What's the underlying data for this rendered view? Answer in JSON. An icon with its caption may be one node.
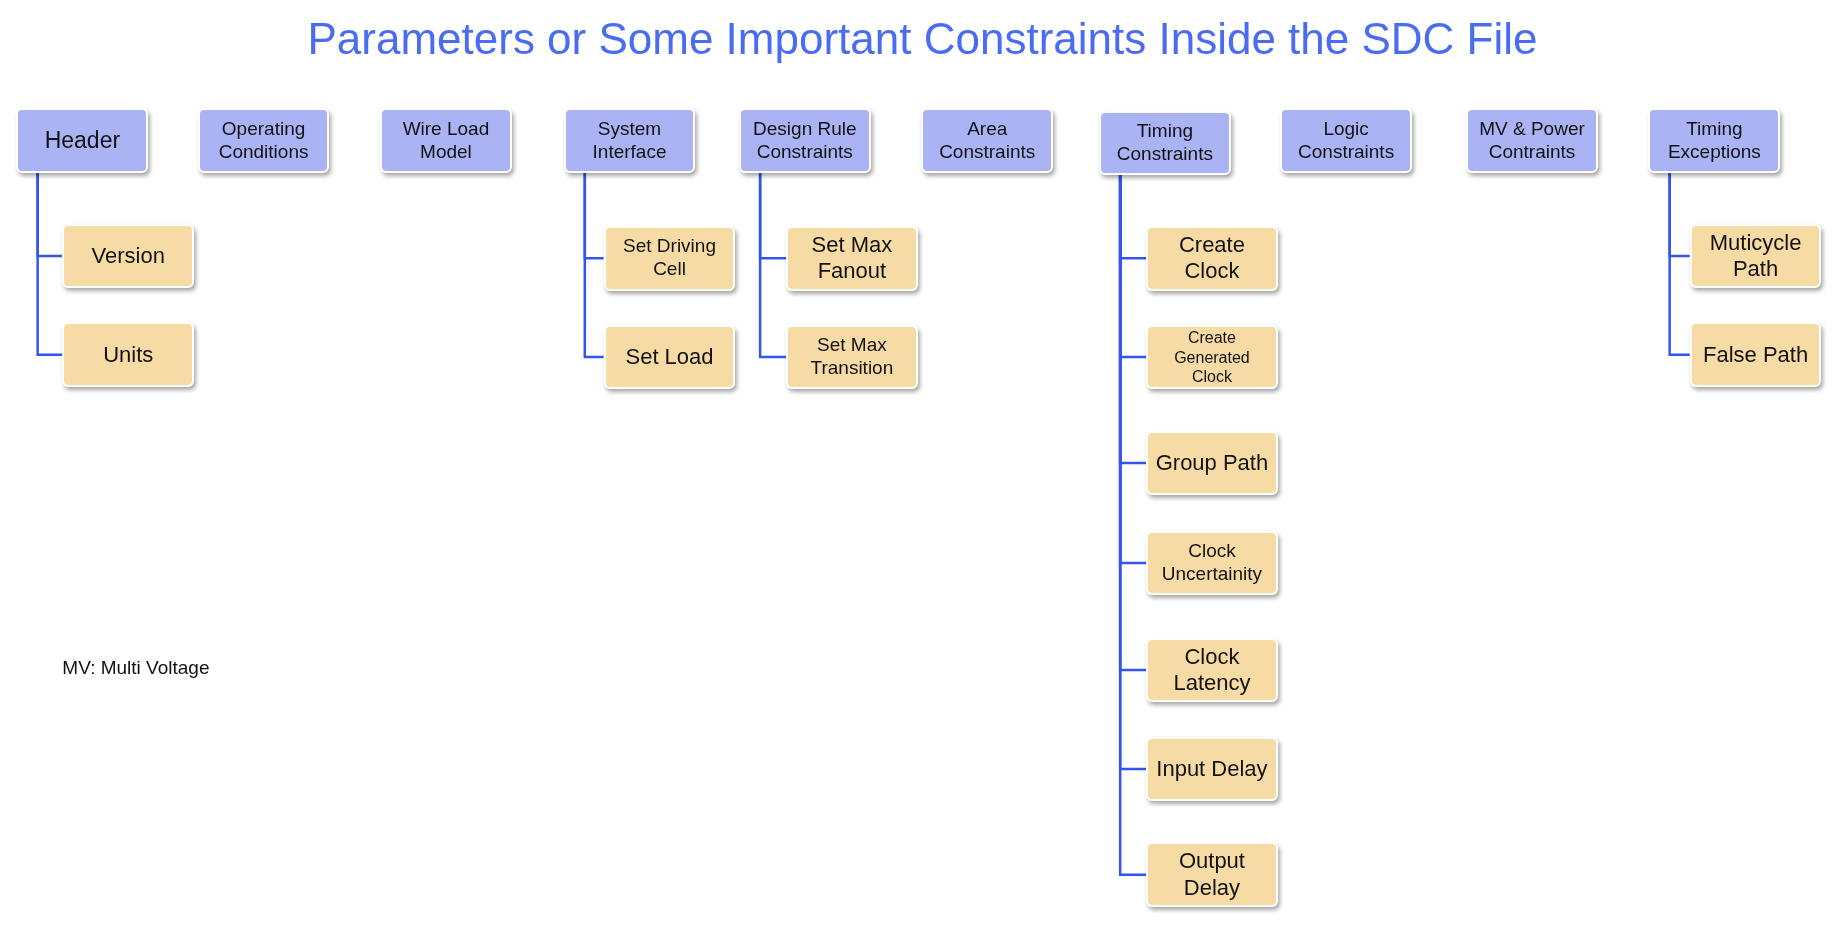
{
  "diagram": {
    "title": "Parameters or Some Important Constraints Inside the SDC File",
    "nodes": [
      {
        "text": [
          "Header"
        ]
      },
      {
        "text": [
          "Version"
        ]
      },
      {
        "text": [
          "Units"
        ]
      },
      {
        "text": [
          "Operating Conditions"
        ]
      },
      {
        "text": [
          "Wire Load Model"
        ]
      },
      {
        "text": [
          "System Interface"
        ]
      },
      {
        "text": [
          "Set Driving Cell"
        ]
      },
      {
        "text": [
          "Set Load"
        ]
      },
      {
        "text": [
          "Design Rule Constraints"
        ]
      },
      {
        "text": [
          "Set Max Fanout"
        ]
      },
      {
        "text": [
          "Set Max Transition"
        ]
      },
      {
        "text": [
          "Area Constraints"
        ]
      },
      {
        "text": [
          "Timing Constraints"
        ]
      },
      {
        "text": [
          "Create Clock"
        ]
      },
      {
        "text": [
          "Create Generated Clock"
        ]
      },
      {
        "text": [
          "Group Path"
        ]
      },
      {
        "text": [
          "Clock Uncertainity"
        ]
      },
      {
        "text": [
          "Clock Latency"
        ]
      },
      {
        "text": [
          "Input Delay"
        ]
      },
      {
        "text": [
          "Output Delay"
        ]
      },
      {
        "text": [
          "Logic Constraints"
        ]
      },
      {
        "text": [
          "MV & Power Contraints"
        ]
      },
      {
        "text": [
          "Timing Exceptions"
        ]
      },
      {
        "text": [
          "Muticycle Path"
        ]
      },
      {
        "text": [
          "False Path"
        ]
      }
    ],
    "edges": [
      {
        "from": 0,
        "to": 1,
        "arrow": "none"
      },
      {
        "from": 0,
        "to": 2,
        "arrow": "none"
      },
      {
        "from": 5,
        "to": 6,
        "arrow": "none"
      },
      {
        "from": 5,
        "to": 7,
        "arrow": "none"
      },
      {
        "from": 8,
        "to": 9,
        "arrow": "none"
      },
      {
        "from": 8,
        "to": 10,
        "arrow": "none"
      },
      {
        "from": 12,
        "to": 13,
        "arrow": "none"
      },
      {
        "from": 12,
        "to": 14,
        "arrow": "none"
      },
      {
        "from": 12,
        "to": 15,
        "arrow": "none"
      },
      {
        "from": 12,
        "to": 16,
        "arrow": "none"
      },
      {
        "from": 12,
        "to": 17,
        "arrow": "none"
      },
      {
        "from": 12,
        "to": 18,
        "arrow": "none"
      },
      {
        "from": 12,
        "to": 19,
        "arrow": "none"
      },
      {
        "from": 22,
        "to": 23,
        "arrow": "none"
      },
      {
        "from": 22,
        "to": 24,
        "arrow": "none"
      }
    ],
    "labels": [
      "MV: Multi Voltage"
    ]
  }
}
